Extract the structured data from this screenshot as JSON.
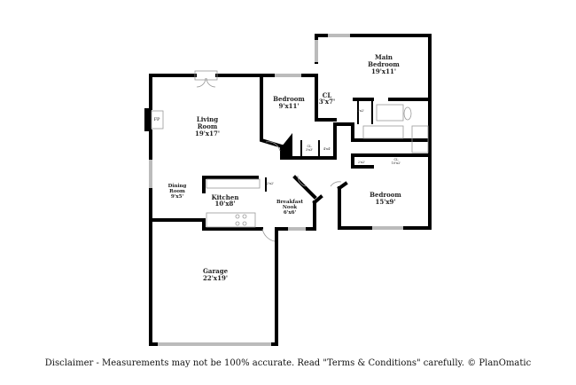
{
  "rooms": {
    "main_bedroom": {
      "name_1": "Main",
      "name_2": "Bedroom",
      "size": "19'x11'"
    },
    "bedroom_1": {
      "name": "Bedroom",
      "size": "9'x11'"
    },
    "closet_main": {
      "name": "CL",
      "size": "3'x7'"
    },
    "living": {
      "name_1": "Living",
      "name_2": "Room",
      "size": "19'x17'"
    },
    "fireplace": "FP",
    "dining": {
      "name_1": "Dining",
      "name_2": "Room",
      "size": "9'x5'"
    },
    "kitchen": {
      "name": "Kitchen",
      "size": "10'x8'"
    },
    "nook": {
      "name_1": "Breakfast",
      "name_2": "Nook",
      "size": "6'x6'"
    },
    "bedroom_2": {
      "name": "Bedroom",
      "size": "15'x9'"
    },
    "garage": {
      "name": "Garage",
      "size": "22'x19'"
    }
  },
  "small_labels": {
    "hall_closet": {
      "name": "CL",
      "size": "3'x3'"
    },
    "hall_storage": "4'x4'",
    "bath_closet": "4'x2'",
    "linen": "2'x2'",
    "bedroom2_closet": {
      "name": "CL",
      "size": "10'x2'"
    },
    "pantry": "2'x2'"
  },
  "disclaimer": "Disclaimer - Measurements may not be 100% accurate. Read \"Terms & Conditions\" carefully. © PlanOmatic"
}
